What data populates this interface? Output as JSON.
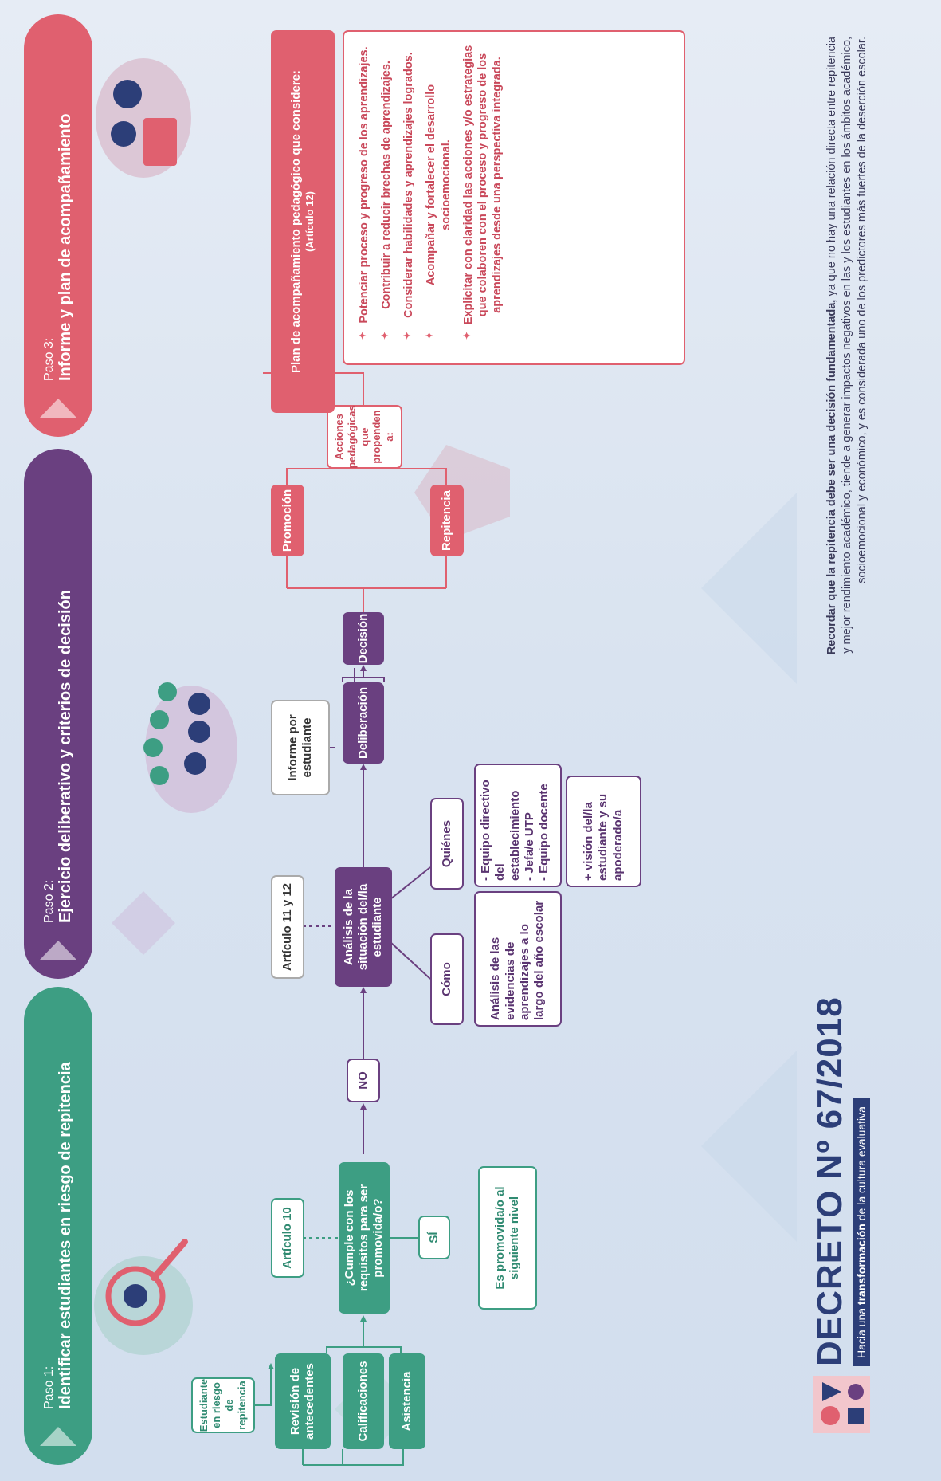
{
  "steps": {
    "s1": {
      "label": "Paso 1:",
      "title": "Identificar estudiantes en riesgo de repitencia"
    },
    "s2": {
      "label": "Paso 2:",
      "title": "Ejercicio deliberativo y criterios de decisión"
    },
    "s3": {
      "label": "Paso 3:",
      "title": "Informe y plan de acompañamiento"
    }
  },
  "flow": {
    "estudiante": "Estudiante en riesgo de repitencia",
    "revision": "Revisión de antecedentes",
    "calificaciones": "Calificaciones",
    "asistencia": "Asistencia",
    "articulo10": "Artículo 10",
    "cumple": "¿Cumple con los requisitos para ser promovida/o?",
    "si": "SÍ",
    "promovida": "Es promovida/o al siguiente nivel",
    "no": "NO",
    "articulo1112": "Artículo 11 y 12",
    "analisis": "Análisis de la situación del/la estudiante",
    "como": "Cómo",
    "como_desc": "Análisis de las evidencias de aprendizajes a lo largo del año escolar",
    "quienes": "Quiénes",
    "quienes_desc": [
      "- Equipo directivo del establecimiento",
      "- Jefa/e UTP",
      "- Equipo docente"
    ],
    "vision": "+ visión del/la estudiante y su apoderado/a",
    "informe": "Informe por estudiante",
    "deliberacion": "Deliberación",
    "decision": "Decisión",
    "promocion": "Promoción",
    "repitencia": "Repitencia",
    "acciones": "Acciones pedagógicas que propenden a:",
    "plan_title": "Plan de acompañamiento pedagógico que considere:",
    "plan_sub": "(Artículo 12)",
    "plan_items": [
      "Potenciar proceso y progreso de los aprendizajes.",
      "Contribuir a reducir brechas de aprendizajes.",
      "Considerar habilidades y aprendizajes logrados.",
      "Acompañar y fortalecer el desarrollo socioemocional.",
      "Explicitar con claridad las acciones y/o estrategias que colaboren con el proceso y progreso de los aprendizajes desde una perspectiva integrada."
    ]
  },
  "footer": {
    "bold": "Recordar que la repitencia debe ser una decisión fundamentada,",
    "line1_rest": " ya que no hay una relación directa entre repitencia",
    "line2": "y mejor rendimiento académico, tiende a generar impactos negativos en las y los estudiantes en los ámbitos académico,",
    "line3": "socioemocional y económico, y es considerada uno de los predictores más fuertes de la deserción escolar."
  },
  "brand": {
    "title": "DECRETO Nº 67/2018",
    "tagline_pre": "Hacia una ",
    "tagline_bold": "transformación",
    "tagline_post": " de la cultura evaluativa"
  },
  "colors": {
    "green": "#3d9e83",
    "purple": "#6a4080",
    "red": "#e0606f",
    "navy": "#2c3e78"
  }
}
